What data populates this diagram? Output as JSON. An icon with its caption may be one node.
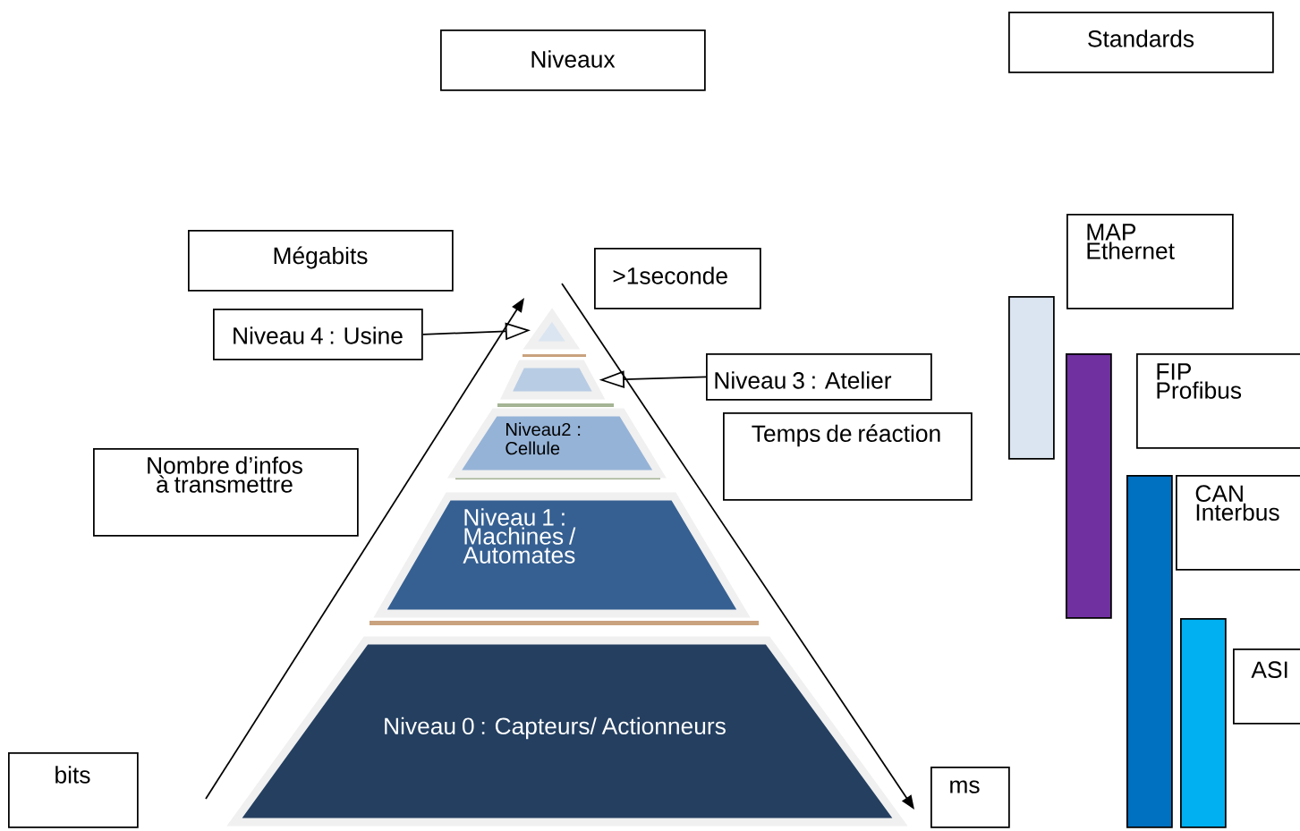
{
  "diagram": {
    "nodes": [
      {
        "text": [
          "Niveaux"
        ]
      },
      {
        "text": [
          "Standards"
        ]
      },
      {
        "text": [
          "Mégabits"
        ]
      },
      {
        "text": [
          ">1seconde"
        ]
      },
      {
        "text": [
          "Niveau 4 : Usine"
        ]
      },
      {
        "text": [],
        "shape": "triangle"
      },
      {
        "text": [
          "Niveau 3 : Atelier"
        ]
      },
      {
        "text": [],
        "shape": "trapezoid"
      },
      {
        "text": [
          "Temps de réaction"
        ]
      },
      {
        "text": [
          "Niveau2 : Cellule"
        ]
      },
      {
        "text": [
          "Nombre d’infos à transmettre"
        ]
      },
      {
        "text": [
          "Niveau 1 : Machines / Automates"
        ]
      },
      {
        "text": [
          "Niveau 0 : Capteurs/ Actionneurs"
        ]
      },
      {
        "text": [
          "bits"
        ]
      },
      {
        "text": [
          "ms"
        ]
      },
      {
        "text": [
          "MAP",
          "Ethernet"
        ]
      },
      {
        "text": [],
        "shape": "bar"
      },
      {
        "text": [
          "FIP",
          "Profibus"
        ]
      },
      {
        "text": [],
        "shape": "bar"
      },
      {
        "text": [
          "CAN",
          "Interbus"
        ]
      },
      {
        "text": [],
        "shape": "bar"
      },
      {
        "text": [
          "ASI"
        ]
      },
      {
        "text": [],
        "shape": "bar"
      }
    ],
    "edges": [
      {
        "from": 4,
        "to": 5,
        "arrow": "to"
      },
      {
        "from": 6,
        "to": 7,
        "arrow": "to"
      }
    ]
  }
}
